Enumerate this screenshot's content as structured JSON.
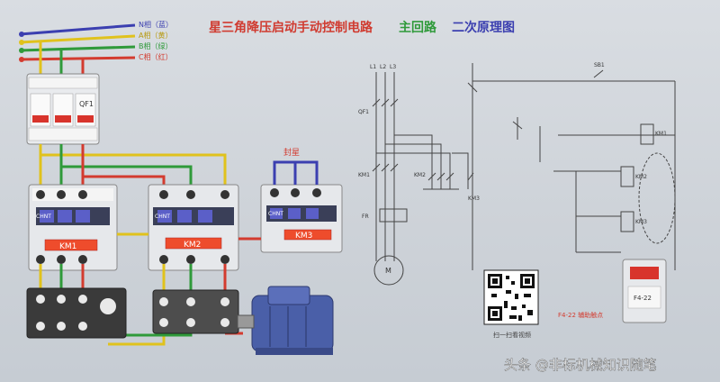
{
  "title": {
    "main": "星三角降压启动手动控制电路",
    "sub1": "主回路",
    "sub2": "二次原理图"
  },
  "phase_legend": [
    {
      "label": "N相（蓝）",
      "color": "#3b3fb0"
    },
    {
      "label": "A相（黄）",
      "color": "#e0c21c"
    },
    {
      "label": "B相（绿）",
      "color": "#2f9a3a"
    },
    {
      "label": "C相（红）",
      "color": "#d33b2f"
    }
  ],
  "left_labels": {
    "breaker": "QF1",
    "km1": "KM1",
    "km2": "KM2",
    "km3": "KM3",
    "brand": "CHNT",
    "star_point": "封星"
  },
  "schematic_labels": {
    "l_terminals": [
      "L1",
      "L2",
      "L3"
    ],
    "qf": "QF1",
    "km1": "KM1",
    "km2": "KM2",
    "fr": "FR",
    "motor": "M",
    "km3": "KM3",
    "sb_stop": "SB1",
    "km_coils": [
      "KM1",
      "KM2",
      "KM3"
    ],
    "aux_note": "F4-22 辅助触点",
    "aux_block": "F4-22"
  },
  "qr_caption": "扫一扫看视频",
  "watermark": "头条 @非标机械知识随笔"
}
